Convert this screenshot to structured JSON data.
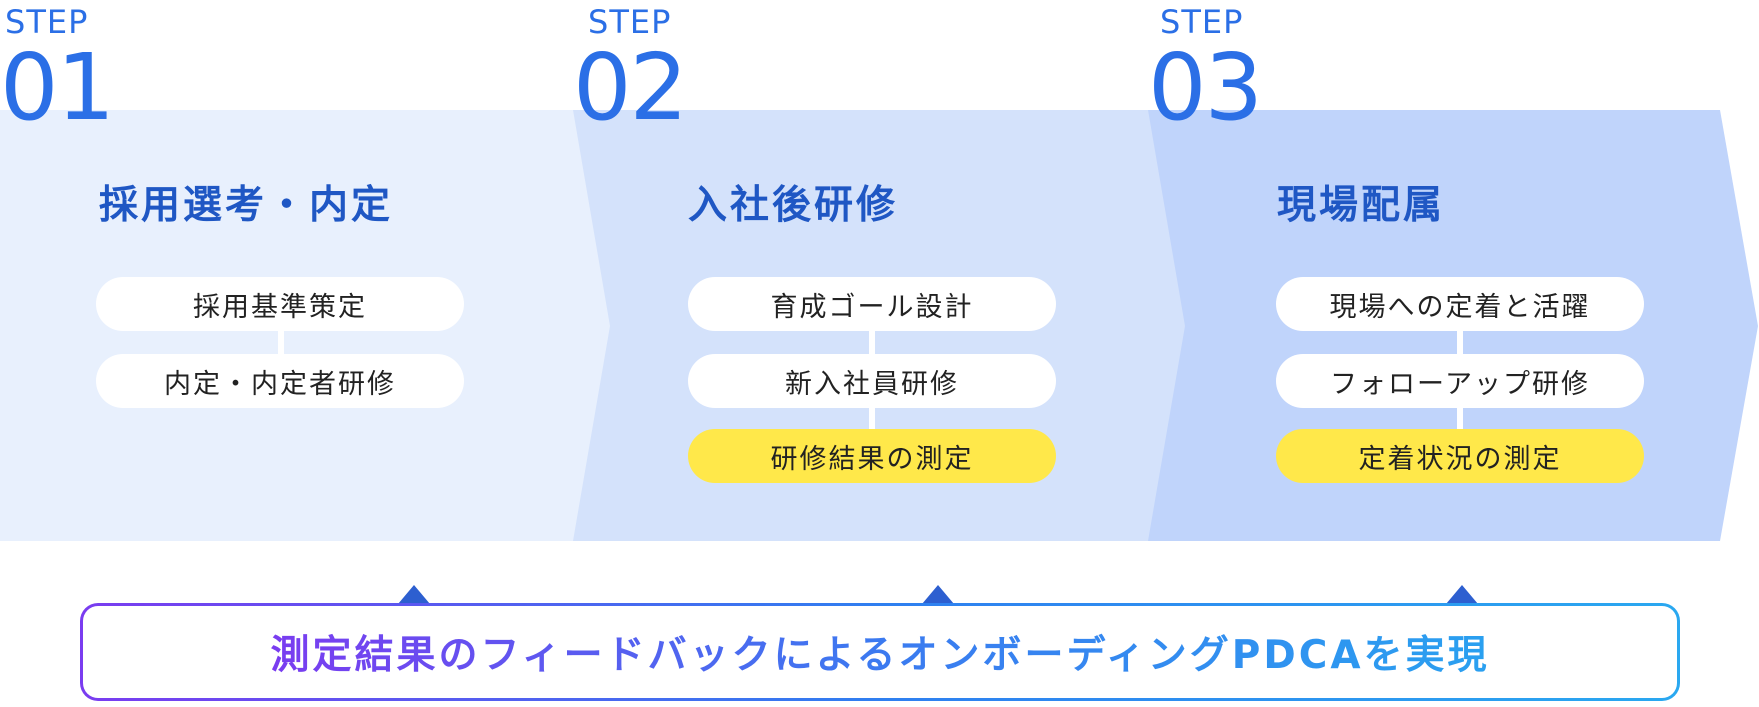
{
  "steps": [
    {
      "label": "STEP",
      "number": "01",
      "title": "採用選考・内定",
      "items": [
        {
          "text": "採用基準策定",
          "highlight": false
        },
        {
          "text": "内定・内定者研修",
          "highlight": false
        }
      ]
    },
    {
      "label": "STEP",
      "number": "02",
      "title": "入社後研修",
      "items": [
        {
          "text": "育成ゴール設計",
          "highlight": false
        },
        {
          "text": "新入社員研修",
          "highlight": false
        },
        {
          "text": "研修結果の測定",
          "highlight": true
        }
      ]
    },
    {
      "label": "STEP",
      "number": "03",
      "title": "現場配属",
      "items": [
        {
          "text": "現場への定着と活躍",
          "highlight": false
        },
        {
          "text": "フォローアップ研修",
          "highlight": false
        },
        {
          "text": "定着状況の測定",
          "highlight": true
        }
      ]
    }
  ],
  "banner": {
    "text": "測定結果のフィードバックによるオンボーディングPDCAを実現"
  },
  "colors": {
    "step1_bg": "#e8f0fd",
    "step2_bg": "#d4e2fb",
    "step3_bg": "#c0d4fb",
    "accent": "#2b6fe6",
    "highlight": "#ffe84a"
  }
}
